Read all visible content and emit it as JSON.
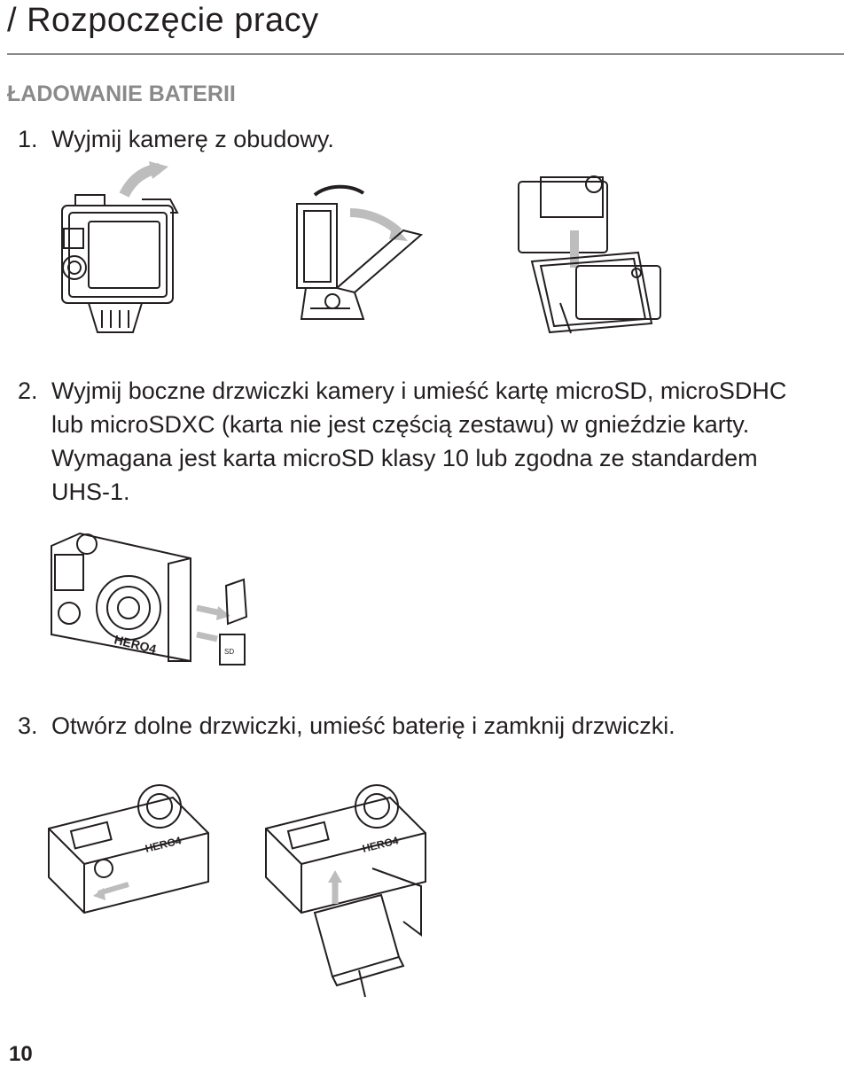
{
  "header": {
    "title": "/ Rozpoczęcie pracy"
  },
  "section": {
    "heading": "ŁADOWANIE BATERII"
  },
  "steps": [
    {
      "number": "1.",
      "text": "Wyjmij kamerę z obudowy."
    },
    {
      "number": "2.",
      "text": "Wyjmij boczne drzwiczki kamery i umieść kartę microSD, microSDHC lub microSDXC (karta nie jest częścią zestawu) w gnieździe karty. Wymagana jest karta microSD klasy 10 lub zgodna ze standardem UHS-1."
    },
    {
      "number": "3.",
      "text": "Otwórz dolne drzwiczki, umieść baterię i zamknij drzwiczki."
    }
  ],
  "figures": {
    "camera_brand_label": "HERO4",
    "sd_card_label": "SD"
  },
  "footer": {
    "page_number": "10"
  }
}
